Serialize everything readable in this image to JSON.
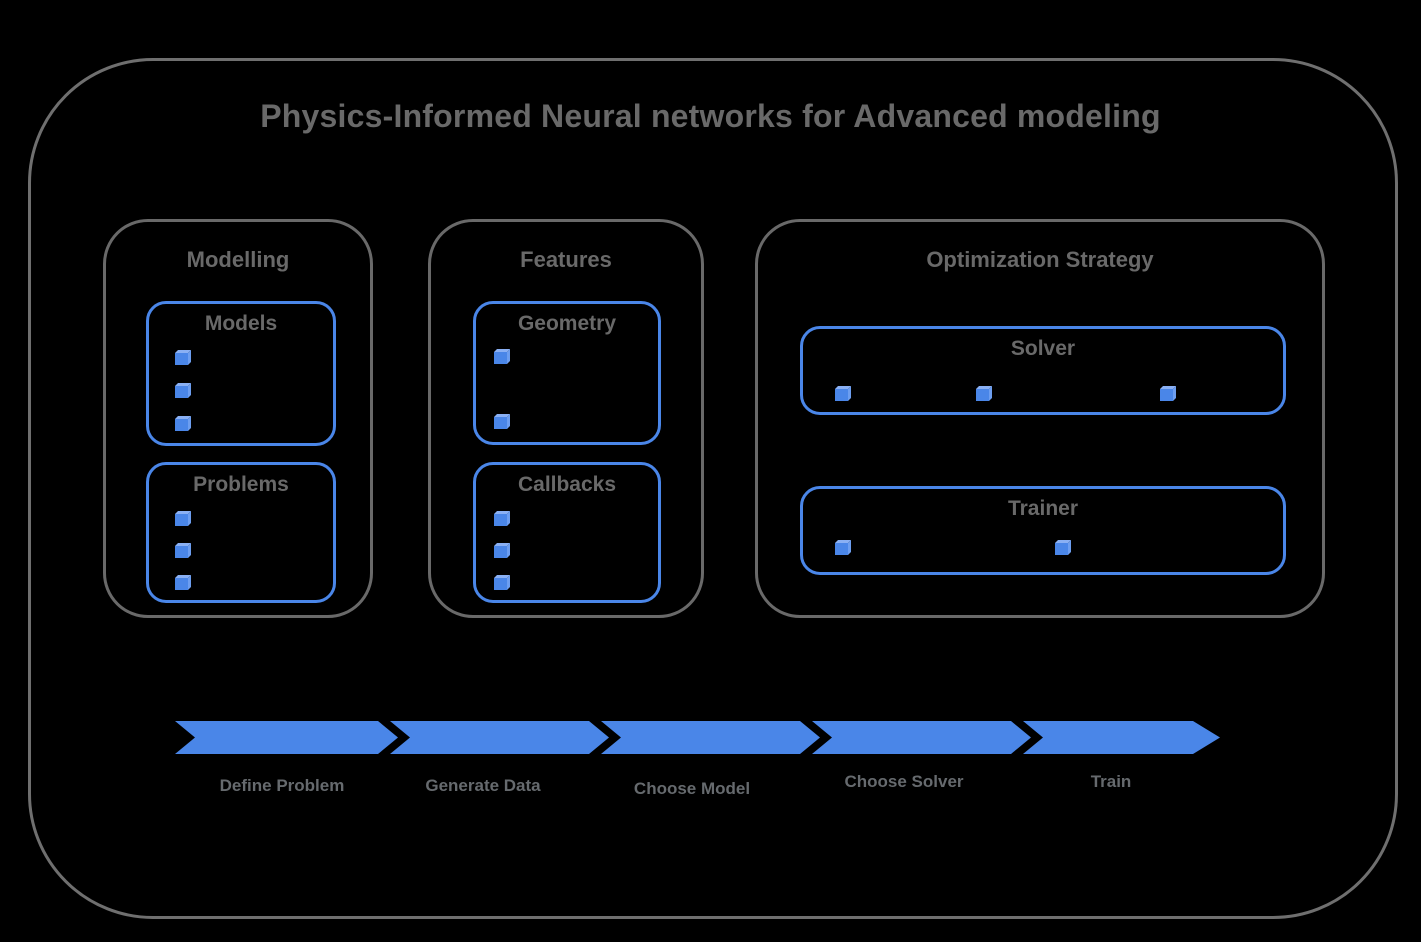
{
  "title": "Physics-Informed Neural networks for Advanced modeling",
  "colors": {
    "background": "#000000",
    "accent_blue": "#4a86e8",
    "cube_top_blue": "#8ab0f4",
    "cube_side_blue": "#6d9ef0",
    "text_gray": "#696969",
    "border_gray": "#6f6f6f"
  },
  "bullet_icon": "cube-icon",
  "sections": [
    {
      "label": "Modelling",
      "subboxes": [
        {
          "label": "Models",
          "bullets": 3
        },
        {
          "label": "Problems",
          "bullets": 3
        }
      ]
    },
    {
      "label": "Features",
      "subboxes": [
        {
          "label": "Geometry",
          "bullets": 2
        },
        {
          "label": "Callbacks",
          "bullets": 3
        }
      ]
    },
    {
      "label": "Optimization Strategy",
      "subboxes": [
        {
          "label": "Solver",
          "bullets": 3
        },
        {
          "label": "Trainer",
          "bullets": 2
        }
      ]
    }
  ],
  "pipeline": {
    "segments": 5,
    "steps": [
      {
        "label": "Define Problem"
      },
      {
        "label": "Generate Data"
      },
      {
        "label": "Choose Model"
      },
      {
        "label": "Choose Solver"
      },
      {
        "label": "Train"
      }
    ]
  }
}
